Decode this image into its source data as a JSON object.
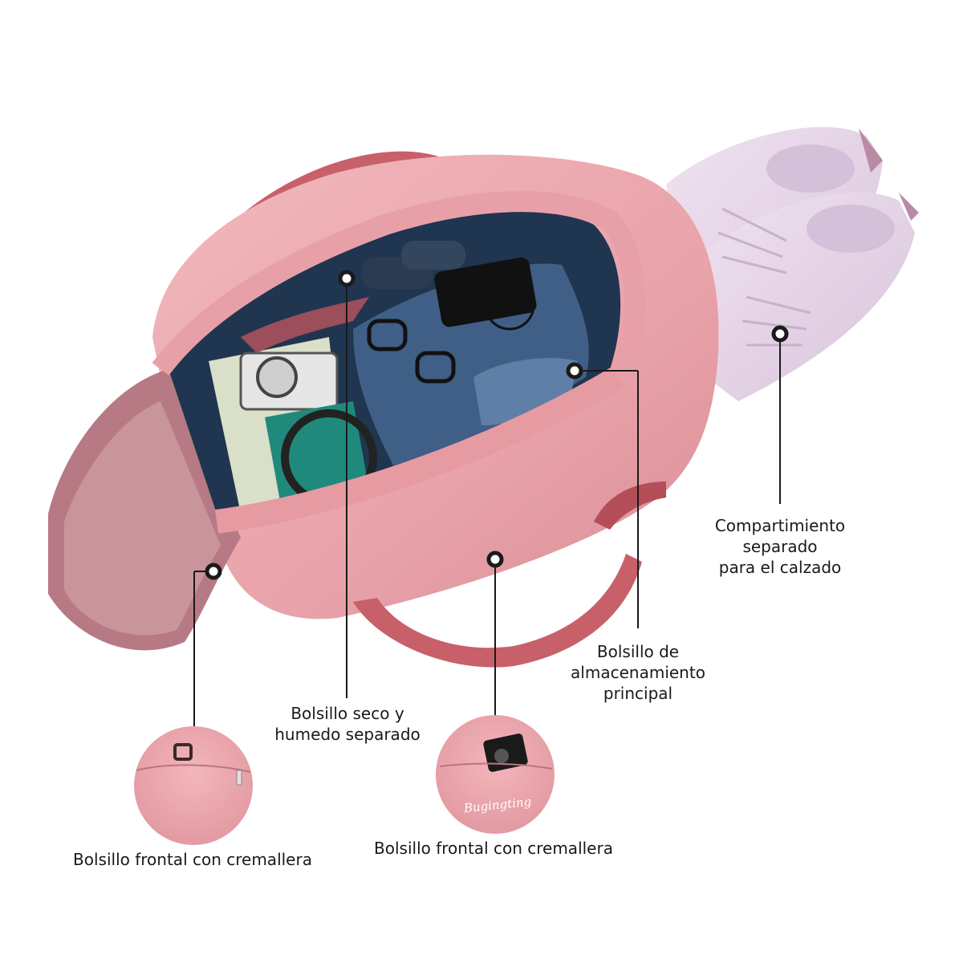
{
  "callouts": {
    "shoe_compartment": [
      "Compartimiento",
      "separado",
      "para el calzado"
    ],
    "main_pocket": [
      "Bolsillo de",
      "almacenamiento",
      "principal"
    ],
    "wet_dry_pocket": [
      "Bolsillo seco y",
      "humedo separado"
    ],
    "front_pocket_left": [
      "Bolsillo frontal con cremallera"
    ],
    "front_pocket_right": [
      "Bolsillo frontal con cremallera"
    ]
  },
  "brand_logo": "Bugingting",
  "colors": {
    "bag_pink": "#e9a7ad",
    "bag_shadow": "#c98088",
    "strap": "#c8606a",
    "lining": "#1f3550",
    "denim": "#3f5f86",
    "shoe": "#e7d6e8"
  }
}
